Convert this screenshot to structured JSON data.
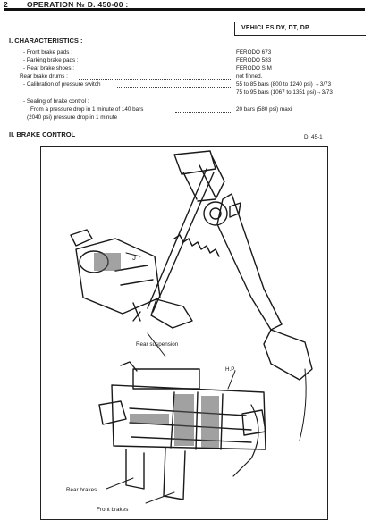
{
  "header": {
    "page_number": "2",
    "operation": "OPERATION № D. 450-00 :",
    "vehicles": "VEHICLES DV, DT, DP"
  },
  "section1": {
    "title": "I.  CHARACTERISTICS :",
    "rows": [
      {
        "label": "- Front brake pads :",
        "value": "FERODO 673"
      },
      {
        "label": "- Parking brake pads :",
        "value": "FERODO 583"
      },
      {
        "label": "- Rear brake shoes :",
        "value": "FERODO S M"
      },
      {
        "label": "Rear brake drums :",
        "value": "not finned."
      },
      {
        "label": "- Calibration of pressure switch",
        "value": "55 to 85 bars (800 to 1240 psi) →3/73"
      },
      {
        "label": "",
        "value": "75 to 95 bars (1067 to 1351 psi)→3/73"
      },
      {
        "label": "- Sealing of brake control :",
        "value": ""
      },
      {
        "label": "From a pressure drop in 1 minute of 140 bars",
        "value": "20 bars (580 psi) maxi"
      },
      {
        "label": "(2040 psi) pressure drop in 1 minute",
        "value": ""
      }
    ]
  },
  "section2": {
    "title": "II.  BRAKE CONTROL",
    "figure_ref": "D. 45-1"
  },
  "figure": {
    "label_j": "J",
    "label_rear_suspension": "Rear suspension",
    "label_hp": "H.P.",
    "label_rear_brakes": "Rear brakes",
    "label_front_brakes": "Front brakes"
  }
}
